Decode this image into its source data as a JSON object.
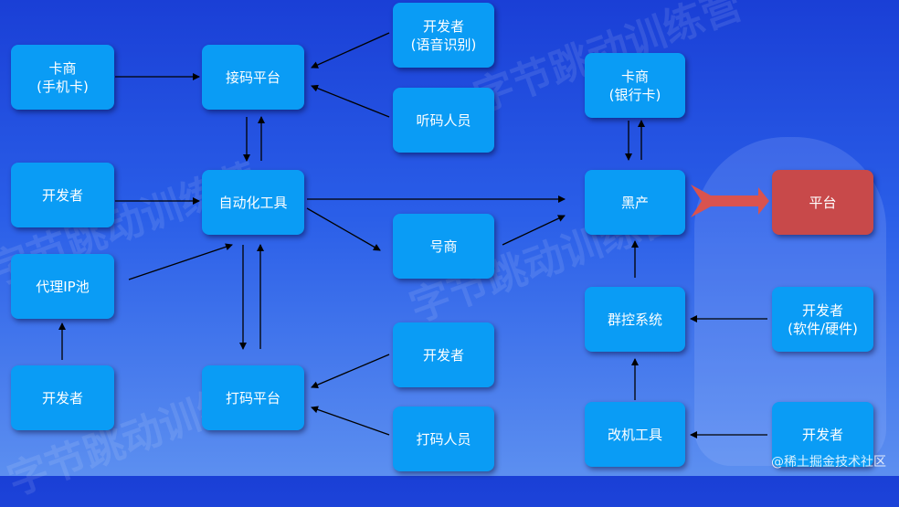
{
  "watermark": "字节跳动训练营",
  "nodes": {
    "kashang_phone": {
      "line1": "卡商",
      "line2": "(手机卡)"
    },
    "jiema": {
      "line1": "接码平台"
    },
    "dev_voice": {
      "line1": "开发者",
      "line2": "(语音识别)"
    },
    "tingma": {
      "line1": "听码人员"
    },
    "dev_auto": {
      "line1": "开发者"
    },
    "auto_tool": {
      "line1": "自动化工具"
    },
    "proxy_ip": {
      "line1": "代理IP池"
    },
    "dev_proxy": {
      "line1": "开发者"
    },
    "haoshang": {
      "line1": "号商"
    },
    "dama": {
      "line1": "打码平台"
    },
    "dev_dama": {
      "line1": "开发者"
    },
    "dama_staff": {
      "line1": "打码人员"
    },
    "kashang_bank": {
      "line1": "卡商",
      "line2": "(银行卡)"
    },
    "heichan": {
      "line1": "黑产"
    },
    "platform": {
      "line1": "平台"
    },
    "qunkong": {
      "line1": "群控系统"
    },
    "dev_softhard": {
      "line1": "开发者",
      "line2": "(软件/硬件)"
    },
    "gaiji": {
      "line1": "改机工具"
    },
    "dev_gaiji": {
      "line1": "开发者"
    }
  },
  "credit": "@稀土掘金技术社区",
  "colors": {
    "node": "#0a9cf5",
    "node_highlight": "#c8494a",
    "big_arrow": "#d9534f",
    "edge": "#000000"
  }
}
